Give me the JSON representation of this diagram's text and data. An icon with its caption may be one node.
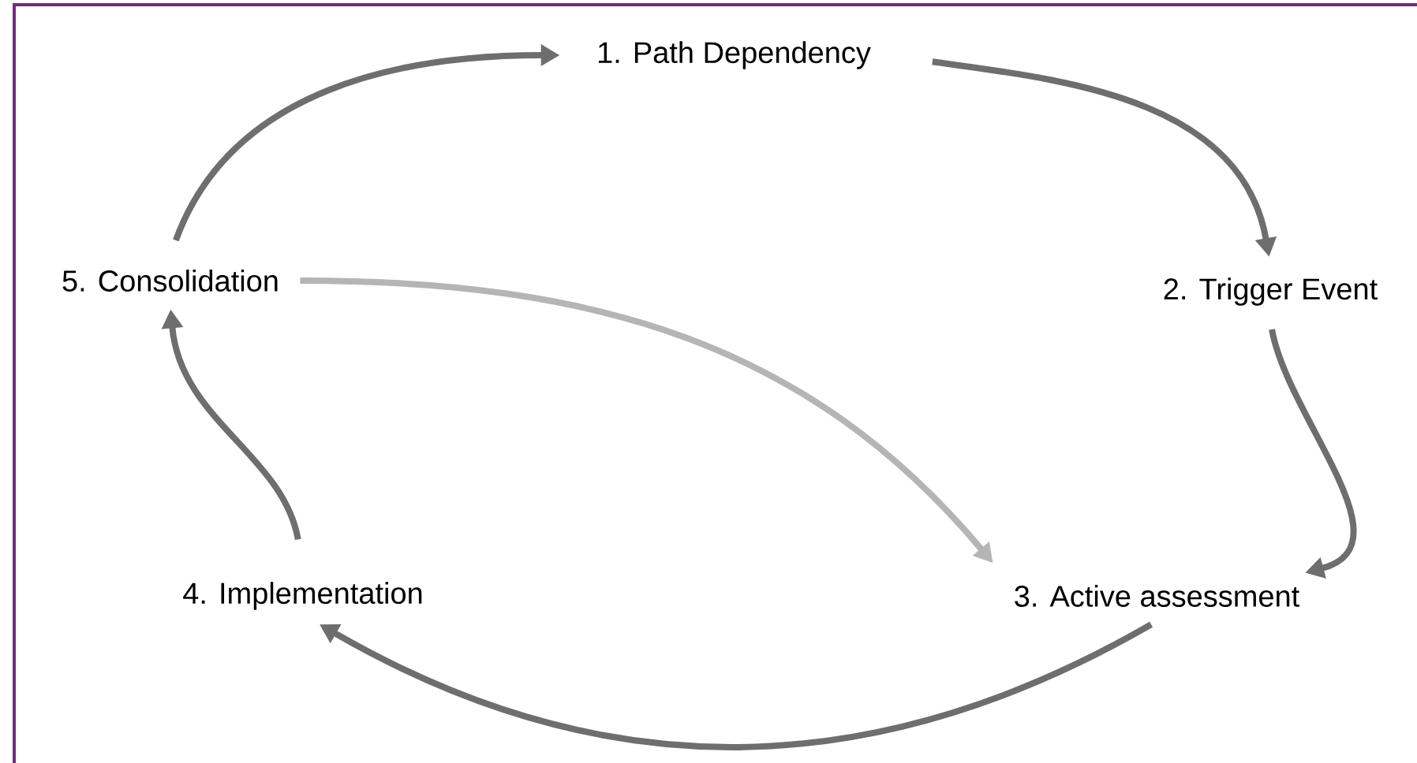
{
  "diagram": {
    "nodes": [
      {
        "text": [
          "1.  Path Dependency"
        ]
      },
      {
        "text": [
          "2.  Trigger Event"
        ]
      },
      {
        "text": [
          "3.  Active assessment"
        ]
      },
      {
        "text": [
          "4.  Implementation"
        ]
      },
      {
        "text": [
          "5.  Consolidation"
        ]
      }
    ],
    "edges": [
      {
        "from": 0,
        "to": 1,
        "arrow": "to"
      },
      {
        "from": 1,
        "to": 2,
        "arrow": "to"
      },
      {
        "from": 2,
        "to": 3,
        "arrow": "to"
      },
      {
        "from": 3,
        "to": 4,
        "arrow": "to"
      },
      {
        "from": 4,
        "to": 0,
        "arrow": "to"
      },
      {
        "from": 4,
        "to": 2,
        "arrow": "to",
        "color": "#b5b5b5"
      }
    ]
  }
}
